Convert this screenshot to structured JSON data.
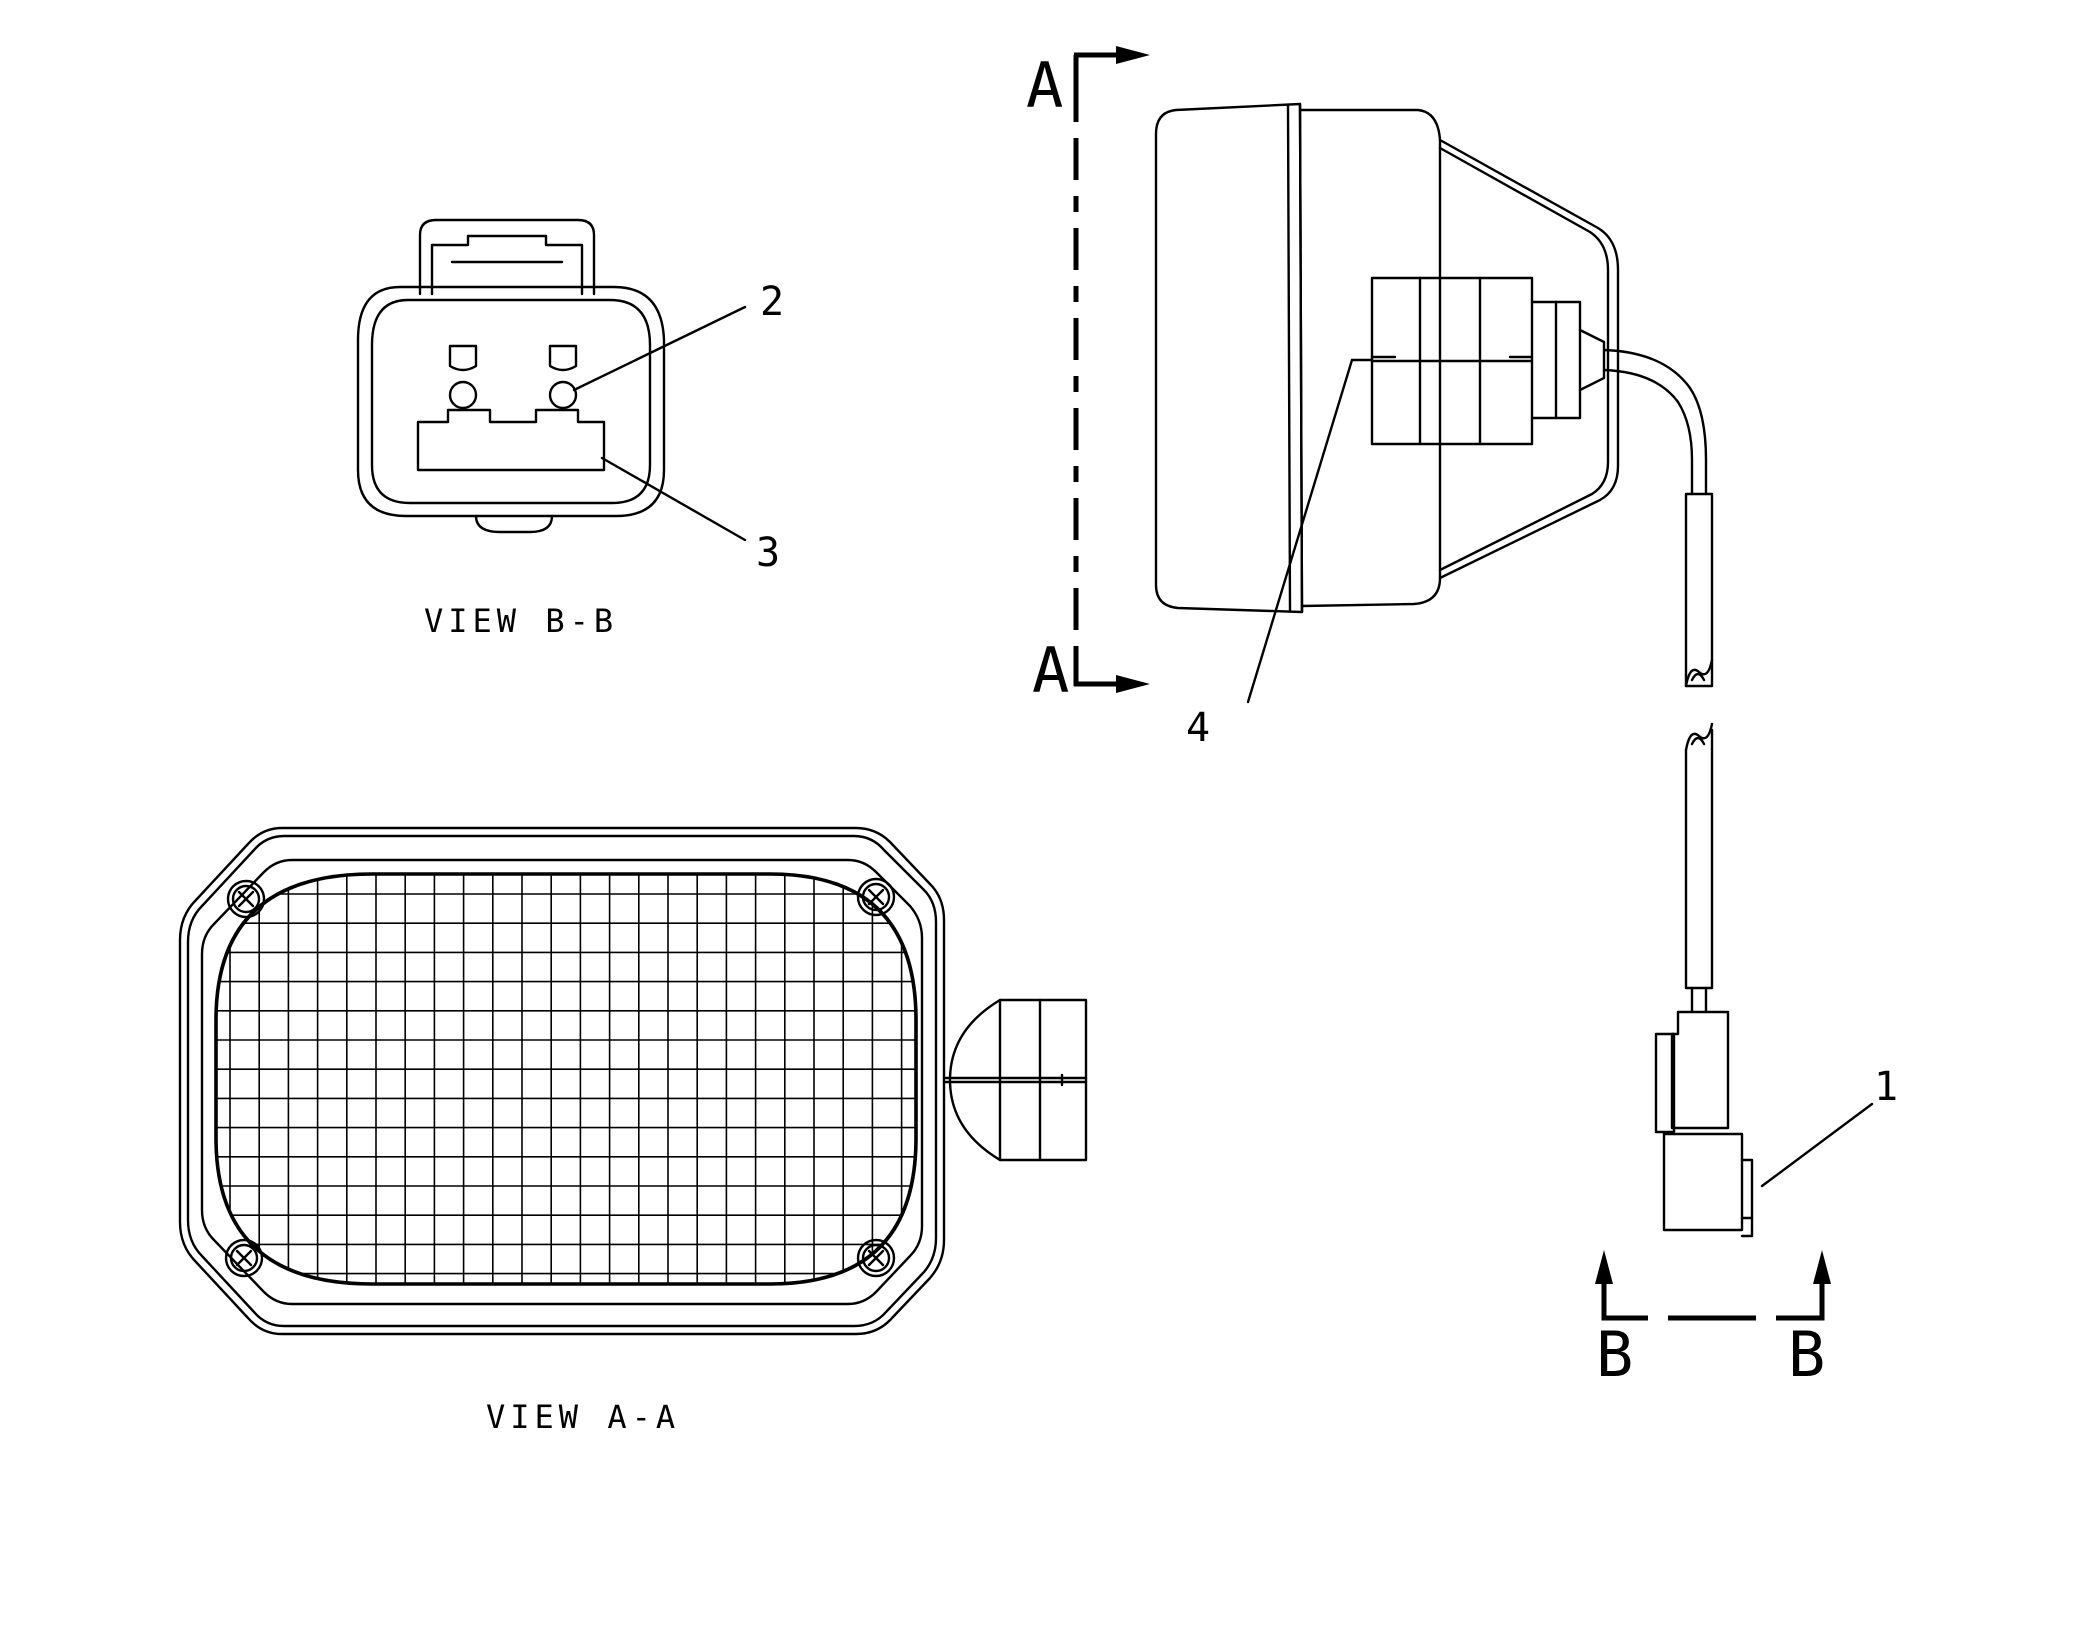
{
  "views": {
    "bb_label": "VIEW B-B",
    "aa_label": "VIEW A-A"
  },
  "section_markers": {
    "a_top": "A",
    "a_bottom": "A",
    "b_left": "B",
    "b_right": "B"
  },
  "callouts": [
    {
      "id": "1",
      "text": "1"
    },
    {
      "id": "2",
      "text": "2"
    },
    {
      "id": "3",
      "text": "3"
    },
    {
      "id": "4",
      "text": "4"
    }
  ]
}
